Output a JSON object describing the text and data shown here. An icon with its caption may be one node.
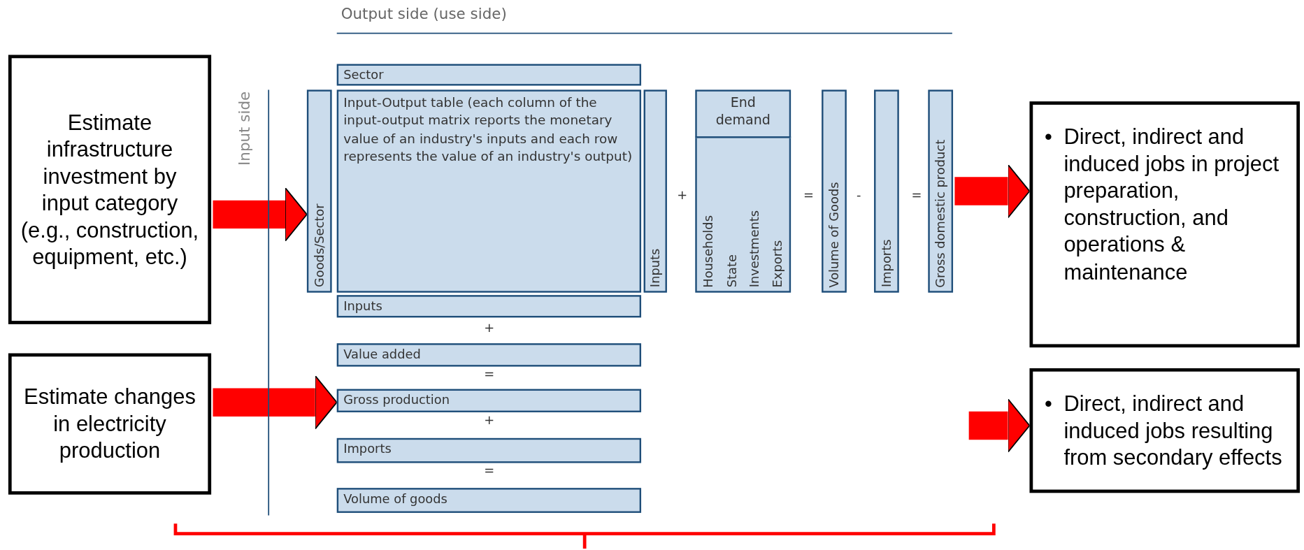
{
  "diagram": {
    "nodes": [
      {
        "text": [
          "Estimate infrastructure investment by input category (e.g., construction, equipment, etc.)"
        ]
      },
      {
        "text": [
          "Estimate changes in electricity production"
        ]
      },
      {
        "text": [
          "Sector"
        ]
      },
      {
        "text": [
          "Goods/Sector"
        ]
      },
      {
        "text": [
          "Input-Output table (each column of the input-output matrix reports the monetary value of an industry's inputs and each row represents the value of an industry's output)"
        ]
      },
      {
        "text": [
          "Inputs"
        ]
      },
      {
        "text": [
          "End demand"
        ]
      },
      {
        "text": [
          "Households",
          "State",
          "Investments",
          "Exports"
        ]
      },
      {
        "text": [
          "Volume of Goods"
        ]
      },
      {
        "text": [
          "Imports"
        ]
      },
      {
        "text": [
          "Gross domestic product"
        ]
      },
      {
        "text": [
          "Inputs"
        ]
      },
      {
        "text": [
          "Value added"
        ]
      },
      {
        "text": [
          "Gross production"
        ]
      },
      {
        "text": [
          "Imports"
        ]
      },
      {
        "text": [
          "Volume of goods"
        ]
      },
      {
        "text": [
          "•",
          "Direct, indirect and induced jobs in project preparation, construction, and operations & maintenance"
        ]
      },
      {
        "text": [
          "•",
          "Direct, indirect and induced jobs resulting from secondary effects"
        ]
      }
    ],
    "edges": [
      {
        "from": 0,
        "to": 3,
        "arrow": "to"
      },
      {
        "from": 1,
        "to": 13,
        "arrow": "to"
      },
      {
        "from": 10,
        "to": 16,
        "arrow": "to"
      },
      {
        "from": null,
        "to": 17,
        "arrow": "to"
      }
    ],
    "labels": [
      "Output side (use side)",
      "Input side",
      "+",
      "=",
      "-",
      "=",
      "+",
      "=",
      "+",
      "="
    ]
  }
}
